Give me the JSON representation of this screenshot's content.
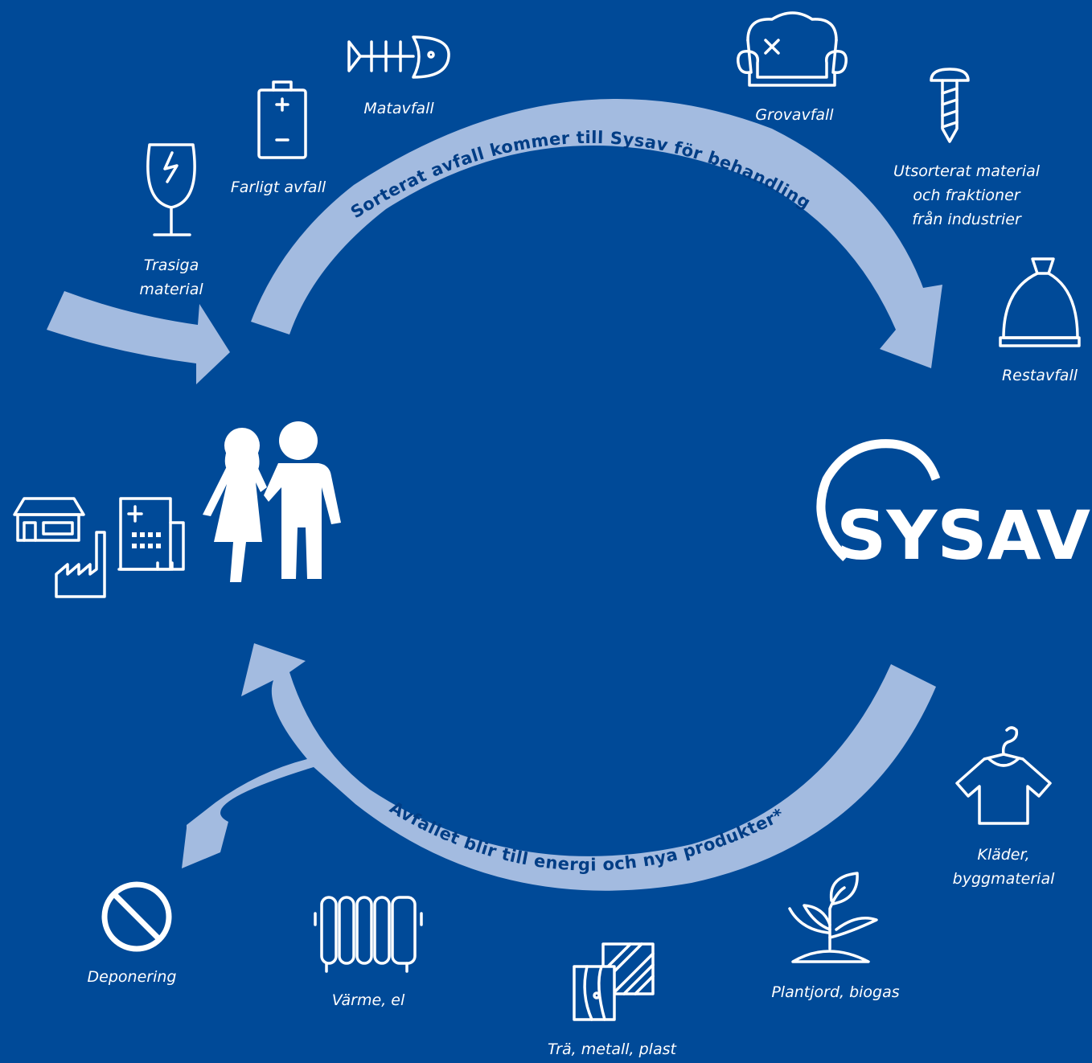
{
  "colors": {
    "background": "#004a98",
    "arrow": "#a3bbe0",
    "arc_text": "#003d85",
    "icon": "#ffffff"
  },
  "logo": {
    "text": "SYSAV"
  },
  "arcs": {
    "top": "Sorterat avfall kommer till Sysav för behandling",
    "bottom": "Avfallet blir till energi och nya produkter*"
  },
  "waste_inputs": [
    {
      "icon": "broken-glass-icon",
      "lines": [
        "Trasiga",
        "material"
      ]
    },
    {
      "icon": "battery-icon",
      "lines": [
        "Farligt avfall"
      ]
    },
    {
      "icon": "fish-bone-icon",
      "lines": [
        "Matavfall"
      ]
    },
    {
      "icon": "sofa-icon",
      "lines": [
        "Grovavfall"
      ]
    },
    {
      "icon": "screw-icon",
      "lines": [
        "Utsorterat material",
        "och fraktioner",
        "från industrier"
      ]
    },
    {
      "icon": "garbage-bag-icon",
      "lines": [
        "Restavfall"
      ]
    }
  ],
  "outputs": [
    {
      "icon": "t-shirt-icon",
      "lines": [
        "Kläder,",
        "byggmaterial"
      ]
    },
    {
      "icon": "plant-icon",
      "lines": [
        "Plantjord, biogas"
      ]
    },
    {
      "icon": "wood-metal-icon",
      "lines": [
        "Trä, metall, plast"
      ]
    },
    {
      "icon": "radiator-icon",
      "lines": [
        "Värme, el"
      ]
    },
    {
      "icon": "no-entry-icon",
      "lines": [
        "Deponering"
      ]
    }
  ],
  "sources": [
    {
      "icon": "house-icon"
    },
    {
      "icon": "factory-icon"
    },
    {
      "icon": "hospital-icon"
    },
    {
      "icon": "people-icon"
    }
  ]
}
